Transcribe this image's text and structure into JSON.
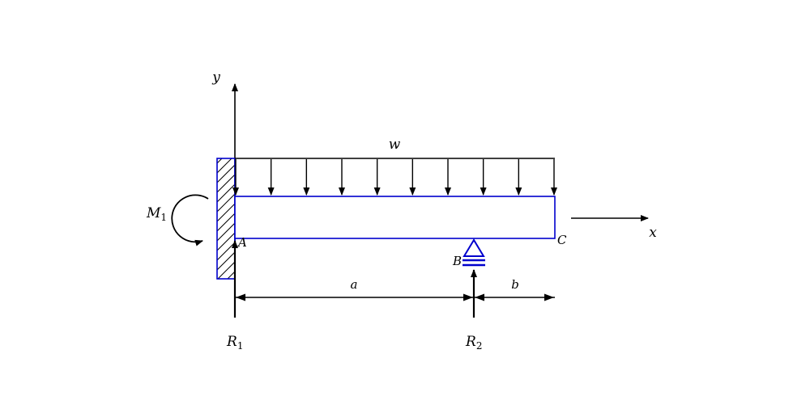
{
  "labels": {
    "y_axis": "y",
    "x_axis": "x",
    "distributed_load": "w",
    "moment": {
      "base": "M",
      "sub": "1"
    },
    "point_A": "A",
    "point_B": "B",
    "point_C": "C",
    "reaction_1": {
      "base": "R",
      "sub": "1"
    },
    "reaction_2": {
      "base": "R",
      "sub": "2"
    },
    "dim_a": "a",
    "dim_b": "b"
  },
  "geometry": {
    "load_arrow_count": 10,
    "hatch_line_count": 15
  },
  "colors": {
    "structure_blue": "#0000cd",
    "ink_black": "#000000"
  }
}
